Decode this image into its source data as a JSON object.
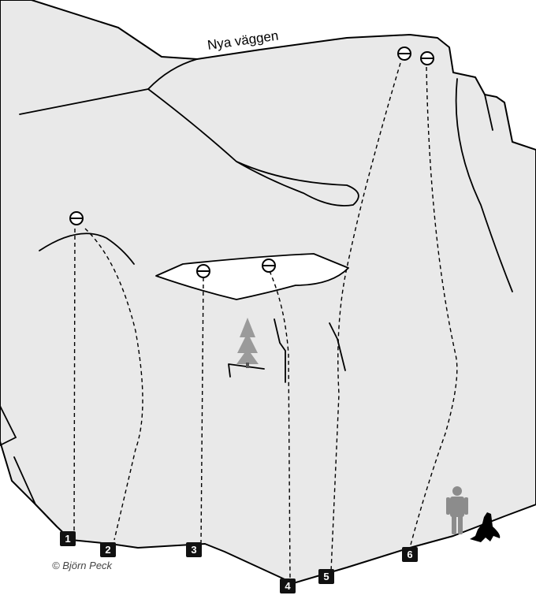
{
  "wall": {
    "name": "Nya väggen"
  },
  "routes": [
    {
      "number": "1"
    },
    {
      "number": "2"
    },
    {
      "number": "3"
    },
    {
      "number": "4"
    },
    {
      "number": "5"
    },
    {
      "number": "6"
    }
  ],
  "copyright": "© Björn Peck",
  "icons": {
    "anchor": "lowering-anchor-icon",
    "tree": "tree-icon",
    "person": "person-silhouette-icon",
    "stump": "tree-stump-icon"
  },
  "colors": {
    "rock": "#e9e9e9",
    "badge": "#111111",
    "tree": "#9a9a9a",
    "person": "#8c8c8c"
  }
}
